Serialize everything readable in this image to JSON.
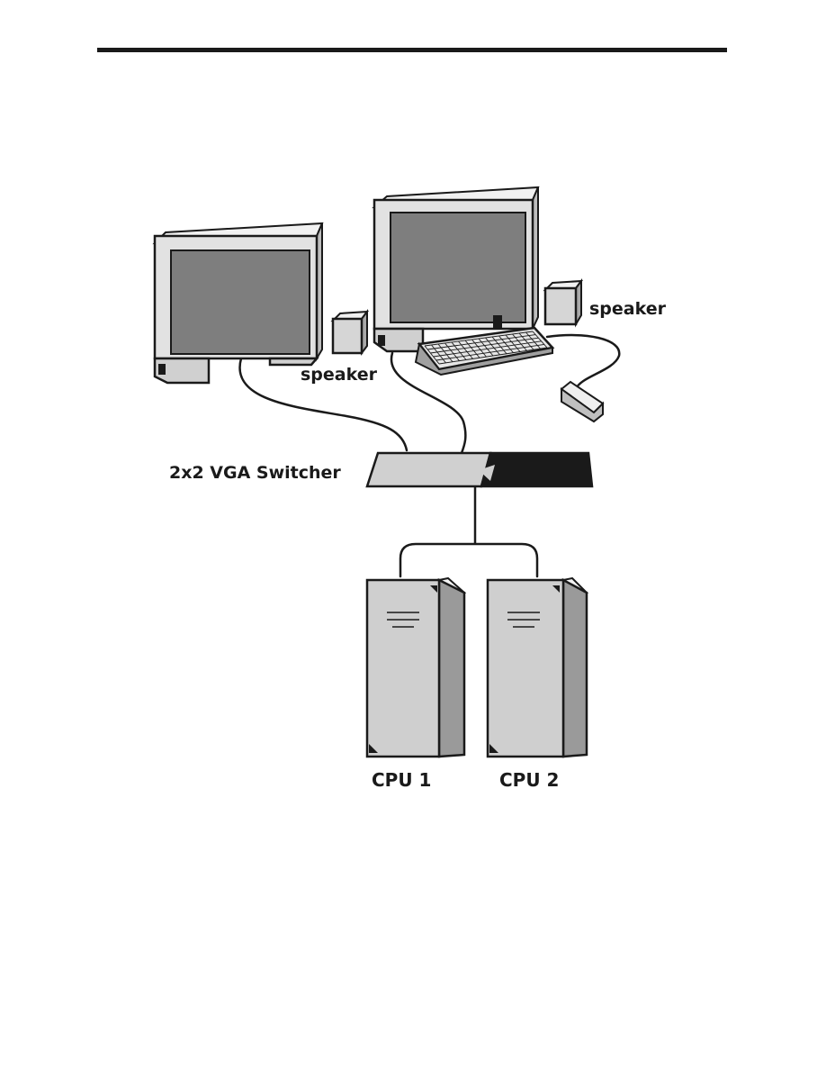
{
  "labels": {
    "speaker_left": "speaker",
    "speaker_right": "speaker",
    "switcher": "2x2 VGA Switcher",
    "cpu1": "CPU 1",
    "cpu2": "CPU 2"
  },
  "colors": {
    "outline": "#1a1a1a",
    "screen": "#7e7e7e",
    "bezel": "#d9d9d9",
    "device": "#c8c8c8",
    "background": "#ffffff"
  }
}
